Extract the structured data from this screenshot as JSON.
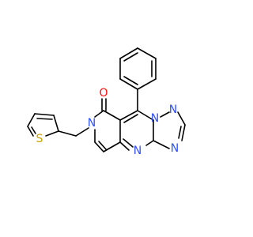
{
  "molecule": {
    "atom_labels": {
      "carbonyl_oxygen": "O",
      "lactam_nitrogen": "N",
      "pyrimidine_nitrogen": "N",
      "bridgehead_nitrogen": "N",
      "triazole_n1": "N",
      "triazole_n2": "N",
      "thiophene_sulfur": "S"
    },
    "colors": {
      "oxygen": "#FF0D0D",
      "nitrogen": "#3050F8",
      "sulfur": "#C8A200",
      "bond": "#000000"
    }
  }
}
